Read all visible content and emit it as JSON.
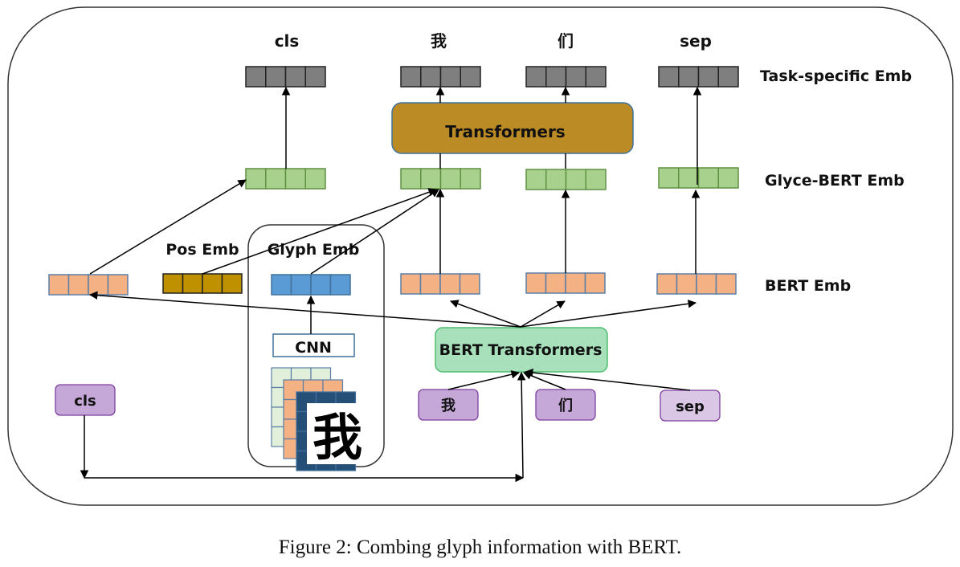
{
  "figure": {
    "caption": "Figure 2: Combing glyph information with BERT."
  },
  "row_labels": {
    "task_specific": "Task-specific Emb",
    "glyce_bert": "Glyce-BERT Emb",
    "bert": "BERT Emb"
  },
  "output_tokens": [
    "cls",
    "我",
    "们",
    "sep"
  ],
  "input_tokens": [
    "cls",
    "我",
    "们",
    "sep"
  ],
  "blocks": {
    "transformers": "Transformers",
    "bert_transformers": "BERT Transformers",
    "cnn": "CNN"
  },
  "embedding_labels": {
    "pos": "Pos Emb",
    "glyph": "Glyph Emb"
  },
  "glyph_image_char": "我",
  "colors": {
    "task_specific": "#7f7f7f",
    "glyce_bert": "#a9d18e",
    "glyce_bert_border": "#5f9142",
    "bert": "#f4b183",
    "bert_border": "#5b7fa6",
    "pos": "#bf9000",
    "glyph": "#5b9bd5",
    "glyph_border": "#41719c",
    "transformers": "#bb8b26",
    "transformers_border": "#41719c",
    "bert_transformers": "#a8e0bc",
    "bert_transformers_border": "#4dbd6f",
    "token": "#c5a8d8",
    "token_light": "#dac7e6",
    "token_border": "#7e3f9e",
    "cnn_layer1": "#e2efda",
    "cnn_layer2": "#f4b183",
    "cnn_layer3": "#264f78"
  }
}
